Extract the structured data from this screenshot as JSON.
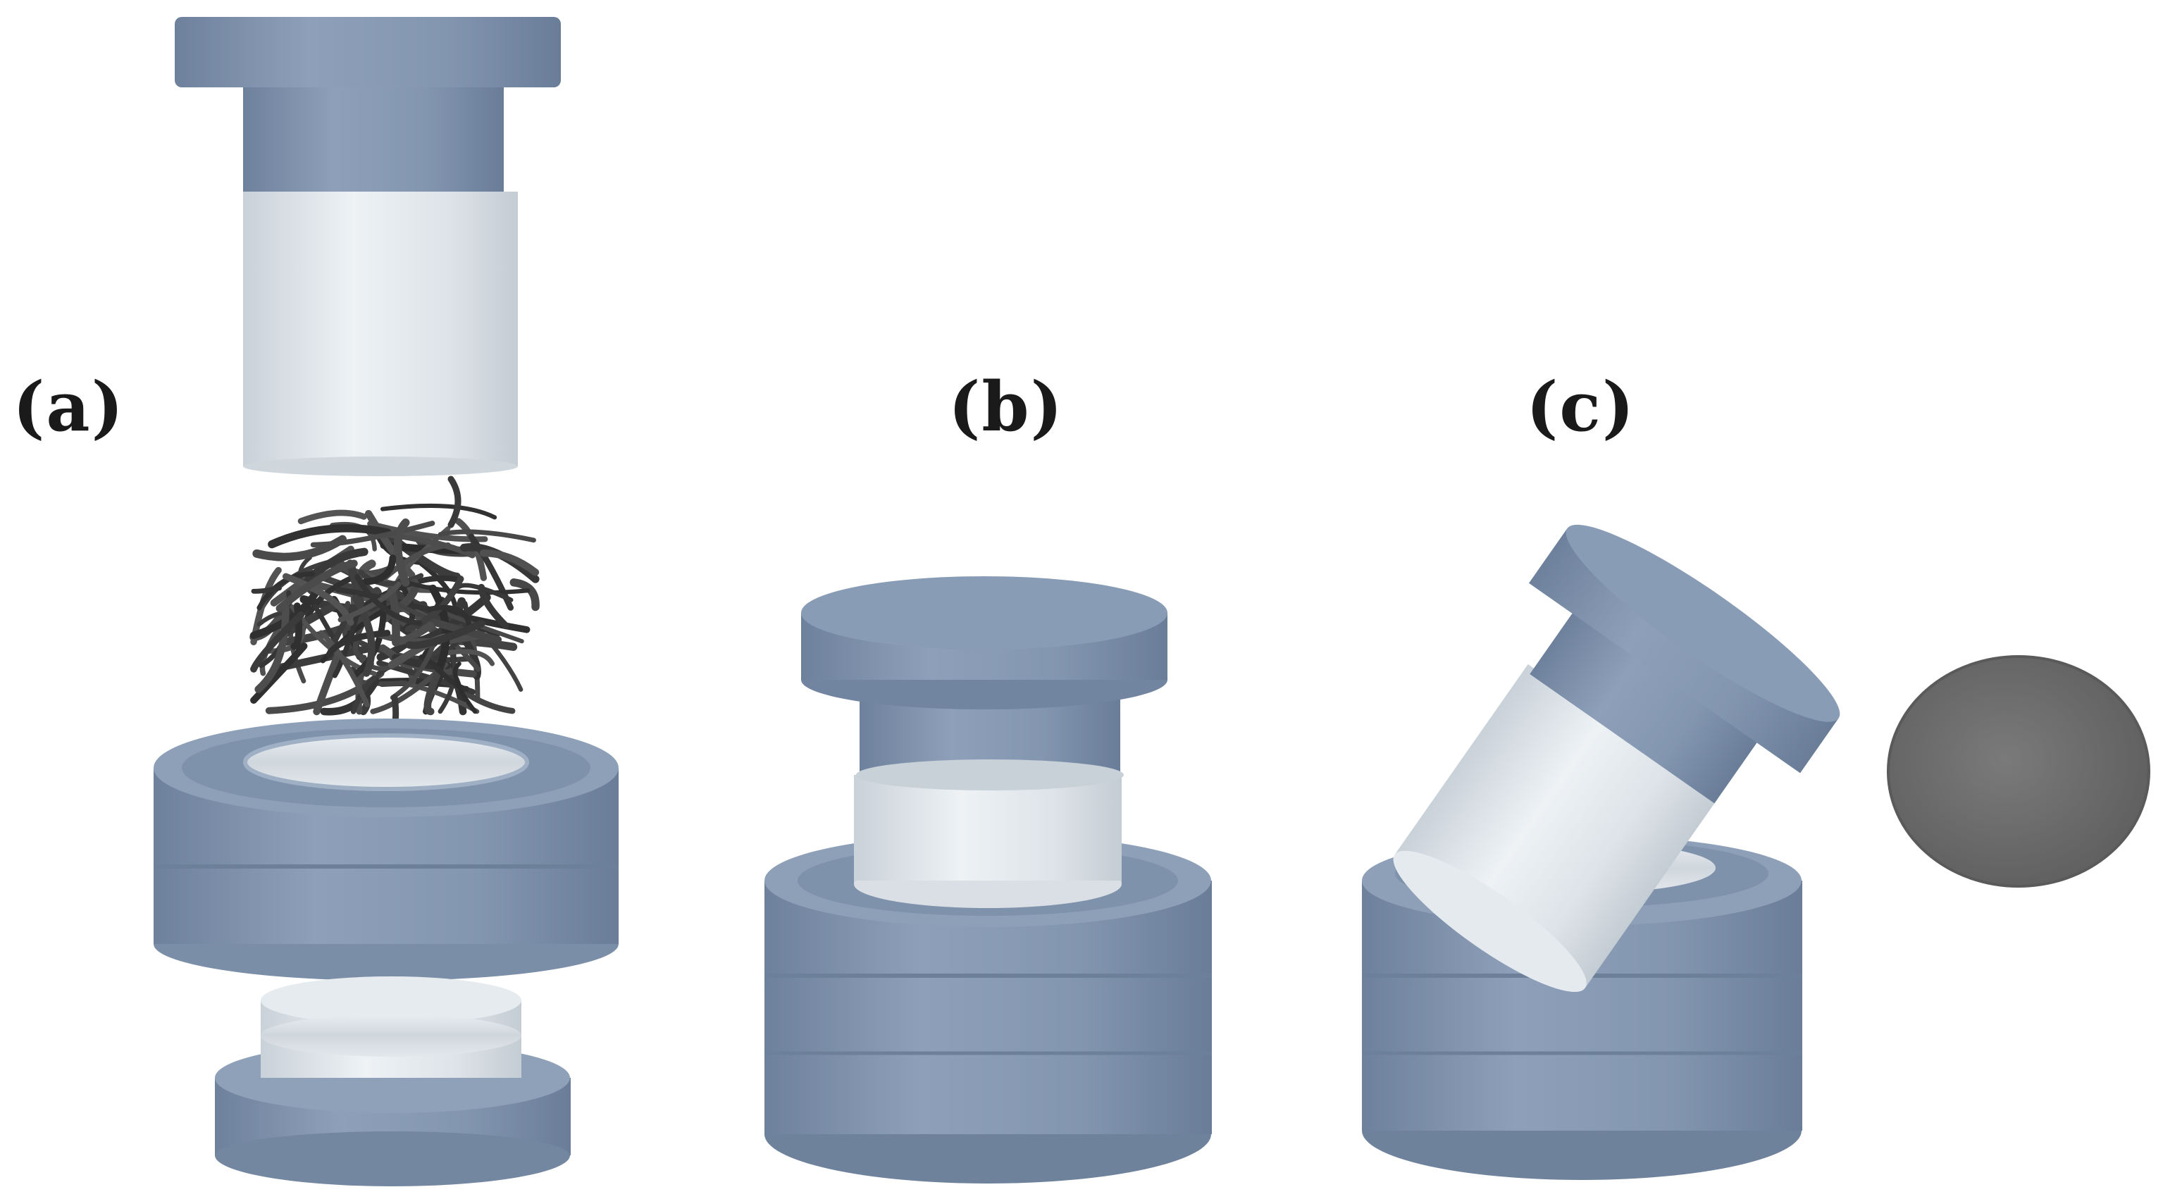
{
  "figure": {
    "panels": [
      {
        "id": "a",
        "label": "(a)"
      },
      {
        "id": "b",
        "label": "(b)"
      },
      {
        "id": "c",
        "label": "(c)"
      }
    ]
  },
  "colors": {
    "steel_blue": "#7f92ad",
    "steel_blue_dark": "#6d809b",
    "steel_blue_light": "#9aabc2",
    "silver": "#d6dde4",
    "silver_dark": "#b9c2cb",
    "fiber": "#3c3c3c",
    "disc": "#6f6f6f"
  }
}
